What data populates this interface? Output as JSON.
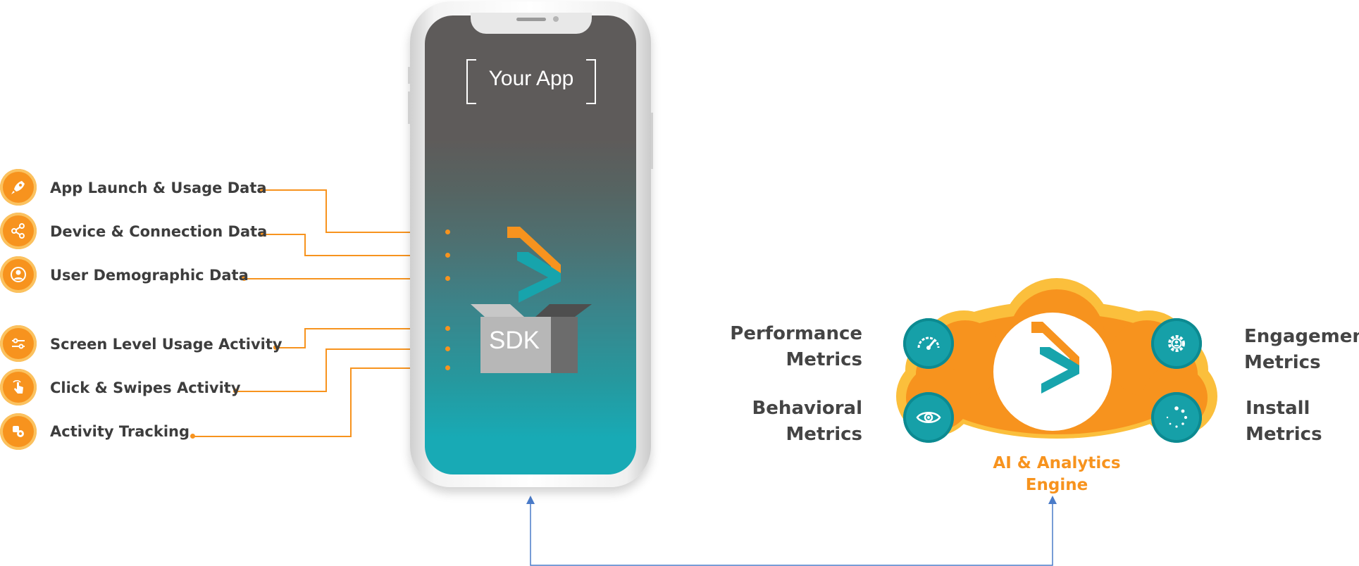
{
  "phone": {
    "title": "Your App",
    "sdk_label": "SDK"
  },
  "features": [
    {
      "label": "App Launch & Usage Data",
      "icon": "rocket-icon"
    },
    {
      "label": "Device & Connection Data",
      "icon": "share-nodes-icon"
    },
    {
      "label": "User Demographic Data",
      "icon": "user-icon"
    },
    {
      "label": "Screen Level Usage Activity",
      "icon": "sliders-icon"
    },
    {
      "label": "Click & Swipes Activity",
      "icon": "swipe-hand-icon"
    },
    {
      "label": "Activity Tracking",
      "icon": "tracking-icon"
    }
  ],
  "metrics": {
    "performance": {
      "line1": "Performance",
      "line2": "Metrics",
      "icon": "speedometer-icon"
    },
    "behavioral": {
      "line1": "Behavioral",
      "line2": "Metrics",
      "icon": "eye-icon"
    },
    "engagement": {
      "line1": "Engagement",
      "line2": "Metrics",
      "icon": "gear-user-icon"
    },
    "install": {
      "line1": "Install",
      "line2": "Metrics",
      "icon": "loading-dots-icon"
    }
  },
  "engine": {
    "line1": "AI & Analytics",
    "line2": "Engine"
  },
  "colors": {
    "orange": "#f7931e",
    "orange_light": "#fbc25f",
    "teal": "#16a0a8",
    "text_dark": "#3d3d3d",
    "connector_blue": "#4a7bc8"
  }
}
